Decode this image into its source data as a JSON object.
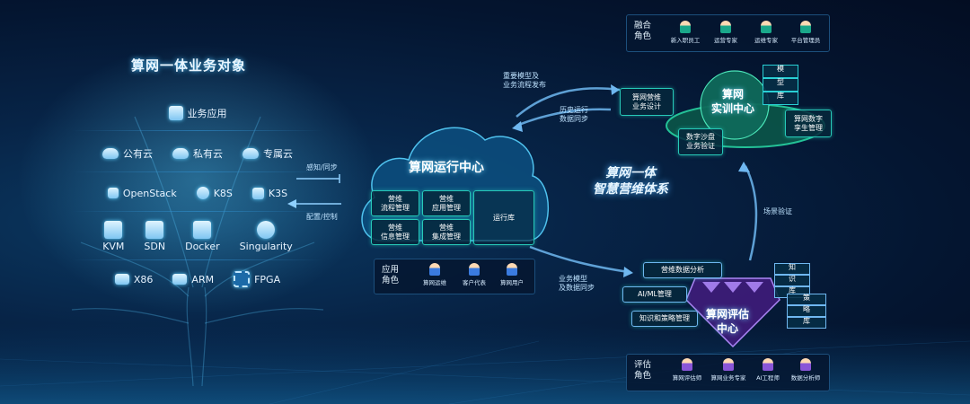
{
  "left": {
    "title": "算网一体业务对象",
    "row1": [
      "业务应用"
    ],
    "row2": [
      "公有云",
      "私有云",
      "专属云"
    ],
    "row3": [
      "OpenStack",
      "K8S",
      "K3S"
    ],
    "row4": [
      "KVM",
      "SDN",
      "Docker",
      "Singularity"
    ],
    "row5": [
      "X86",
      "ARM",
      "FPGA"
    ]
  },
  "arrows": {
    "perceive": "感知/同步",
    "configure": "配置/控制",
    "publish": [
      "重要模型及",
      "业务流程发布"
    ],
    "history": [
      "历史运行",
      "数据同步"
    ],
    "bizmodel": [
      "业务模型",
      "及数据同步"
    ],
    "scenario": "场景验证"
  },
  "ops_center": {
    "title": "算网运行中心",
    "modules": [
      [
        "营维",
        "流程管理"
      ],
      [
        "营维",
        "应用管理"
      ],
      [
        "营维",
        "信息管理"
      ],
      [
        "营维",
        "集成管理"
      ]
    ],
    "runtime_lib": "运行库",
    "role_head": [
      "应用",
      "角色"
    ],
    "roles": [
      "算网运维",
      "客户代表",
      "算网用户"
    ]
  },
  "system_title": [
    "算网一体",
    "智慧营维体系"
  ],
  "training": {
    "title": [
      "算网",
      "实训中心"
    ],
    "fusion_head": [
      "融合",
      "角色"
    ],
    "fusion_roles": [
      "新入职员工",
      "运营专家",
      "运维专家",
      "平台管理员"
    ],
    "design": [
      "算网营维",
      "业务设计"
    ],
    "sandbox": [
      "数字沙盘",
      "业务验证"
    ],
    "twin": [
      "算网数字",
      "孪生管理"
    ],
    "model_lib": [
      "模",
      "型",
      "库"
    ]
  },
  "eval": {
    "title": [
      "算网评估",
      "中心"
    ],
    "items": [
      "营维数据分析",
      "AI/ML管理",
      "知识和策略管理"
    ],
    "knowledge_lib": [
      "知",
      "识",
      "库"
    ],
    "policy_lib": [
      "策",
      "略",
      "库"
    ],
    "role_head": [
      "评估",
      "角色"
    ],
    "roles": [
      "算网评估师",
      "算网业务专家",
      "AI工程师",
      "数据分析师"
    ]
  },
  "colors": {
    "accent": "#27c9b8",
    "glow": "#4fc3ff",
    "purple": "#7a4fd6"
  }
}
